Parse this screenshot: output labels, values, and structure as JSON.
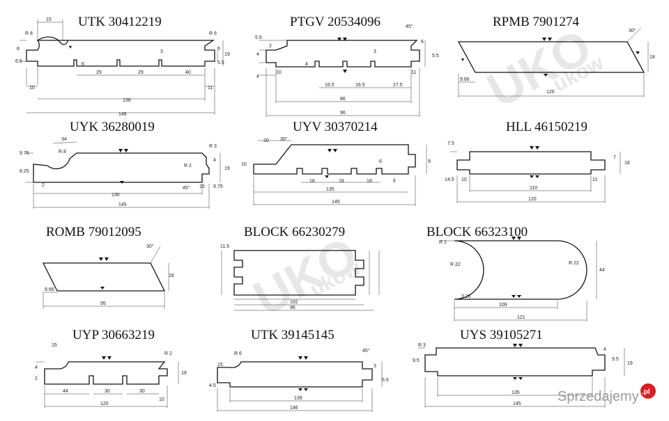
{
  "titles": {
    "utk1": "UTK 30412219",
    "ptgv": "PTGV 20534096",
    "rpmb": "RPMB 7901274",
    "uyk": "UYK 36280019",
    "uyv": "UYV 30370214",
    "hll": "HLL 46150219",
    "romb": "ROMB 79012095",
    "block1": "BLOCK 66230279",
    "block2": "BLOCK 66323100",
    "uyp": "UYP 30663219",
    "utk2": "UTK 39145145",
    "uys": "UYS 39105271"
  },
  "dims": {
    "utk1": {
      "d15": "15",
      "dr8": "R 8",
      "dr6": "R 6",
      "d8": "8",
      "d65": "6.5",
      "d19": "19",
      "d6": "6",
      "d55": "5.5",
      "d3": "3",
      "d6b": "6",
      "d29a": "29",
      "d29b": "29",
      "d40": "40",
      "d10": "10",
      "d11": "11",
      "d136": "136",
      "d146": "146"
    },
    "ptgv": {
      "d55": "5.5",
      "d4": "4",
      "d2": "2",
      "d45": "45°",
      "d6": "6",
      "d3": "3",
      "d55b": "5.5",
      "d4b": "4",
      "d10": "10",
      "d4c": "4",
      "d11": "11",
      "d165a": "16.5",
      "d165b": "16.5",
      "d275": "27.5",
      "d86": "86",
      "d96": "96"
    },
    "rpmb": {
      "d30": "30°",
      "d18": "18",
      "d966": "9.66",
      "d120": "120"
    },
    "uyk": {
      "d34": "34",
      "dr8": "R 8",
      "dr2": "R 2",
      "dr3": "R 3",
      "d975": "9.75",
      "d825": "8.25",
      "d2": "2",
      "d19": "19",
      "d4": "4",
      "d45": "45°",
      "d15": "15",
      "d975b": "9.75",
      "d130": "130",
      "d145": "145"
    },
    "uyv": {
      "d20": "20",
      "d30": "30°",
      "d6": "6",
      "d10": "10",
      "d18a": "18",
      "d18b": "18",
      "d18c": "18",
      "d6b": "6",
      "d9": "9",
      "d135": "135",
      "d145": "145"
    },
    "hll": {
      "d75": "7.5",
      "d7": "7",
      "d145": "14.5",
      "d18": "18",
      "d10": "10",
      "d11": "11",
      "d110": "110",
      "d120": "120"
    },
    "romb": {
      "d30": "30°",
      "d18": "18",
      "d966": "9.66",
      "d95": "95"
    },
    "block1": {
      "d115": "11.5",
      "d102": "102",
      "d96": "96"
    },
    "block2": {
      "dr1": "R 1",
      "dr22a": "R 22",
      "dr22b": "R 22",
      "d326": "3.26",
      "d44": "44",
      "d109": "109",
      "d121": "121"
    },
    "uyp": {
      "d15": "15",
      "dr2": "R 2",
      "d19": "19",
      "d4": "4",
      "d2": "2",
      "d44": "44",
      "d30": "30",
      "d30b": "30",
      "d10": "10",
      "d120": "120"
    },
    "utk2": {
      "d45": "45°",
      "d3": "3",
      "dr6": "R 6",
      "d15": "15",
      "d45b": "4.5",
      "d55": "5.5",
      "d136": "136",
      "d146": "146"
    },
    "uys": {
      "dr3": "R 3",
      "d95": "9.5",
      "d4": "4",
      "d19": "19",
      "d95b": "9.5",
      "d135": "135",
      "d145": "145"
    }
  },
  "watermark": {
    "main": "UKO",
    "sub": "ukow"
  },
  "logo": {
    "text": "Sprzedajemy",
    "badge": ".pl"
  }
}
